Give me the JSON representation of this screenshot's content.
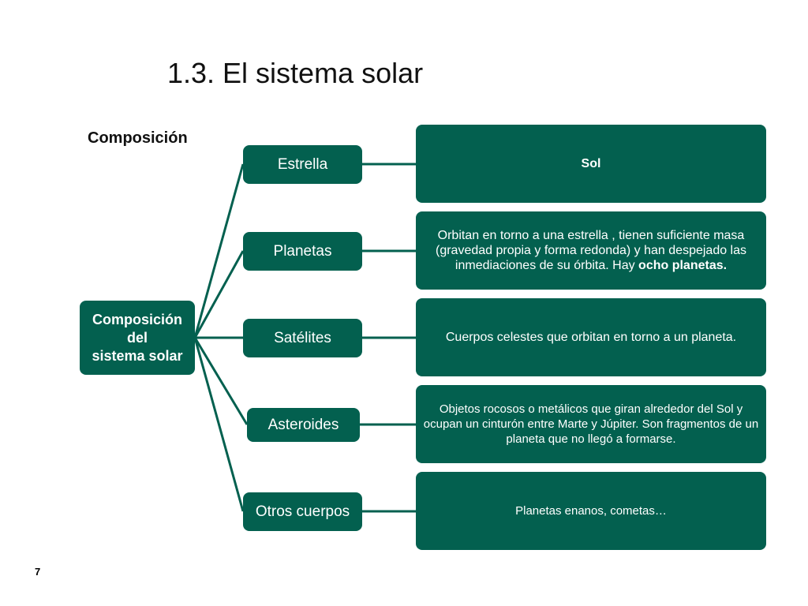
{
  "title": "1.3. El sistema solar",
  "subtitle": "Composición",
  "colors": {
    "box_fill": "#03604f",
    "connector": "#03604f",
    "text_on_box": "#ffffff"
  },
  "root": {
    "line1": "Composición",
    "line2": "del",
    "line3": "sistema solar"
  },
  "branches": [
    {
      "label": "Estrella",
      "description": {
        "bold": "Sol"
      }
    },
    {
      "label": "Planetas",
      "description": {
        "text": "Orbitan en torno a una estrella , tienen suficiente masa (gravedad propia y forma redonda) y han despejado las inmediaciones de su órbita. Hay ",
        "bold": "ocho planetas."
      }
    },
    {
      "label": "Satélites",
      "description": {
        "text": "Cuerpos celestes que orbitan en torno a un planeta."
      }
    },
    {
      "label": "Asteroides",
      "description": {
        "text": "Objetos rocosos o metálicos que giran alrededor del Sol y ocupan un cinturón entre Marte y Júpiter. Son fragmentos de un planeta que no llegó a formarse."
      }
    },
    {
      "label": "Otros cuerpos",
      "description": {
        "text": "Planetas enanos, cometas…"
      }
    }
  ],
  "page_number": "7"
}
